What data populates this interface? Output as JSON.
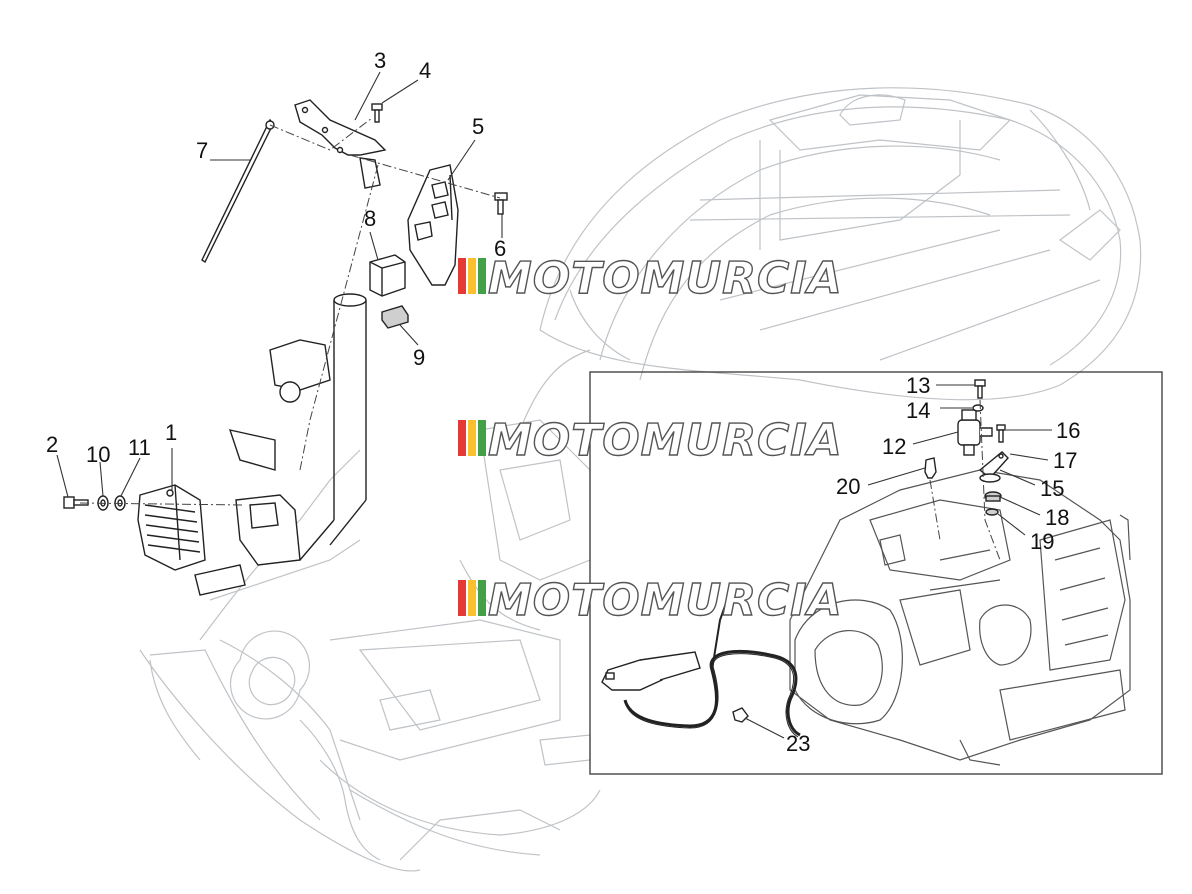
{
  "diagram": {
    "callouts": [
      "1",
      "2",
      "3",
      "4",
      "5",
      "6",
      "7",
      "8",
      "9",
      "10",
      "11",
      "12",
      "13",
      "14",
      "15",
      "16",
      "17",
      "18",
      "19",
      "20",
      "23"
    ],
    "watermark": "MOTOMURCIA",
    "watermark_colors": [
      "#e53935",
      "#fbc02d",
      "#43a047"
    ]
  }
}
